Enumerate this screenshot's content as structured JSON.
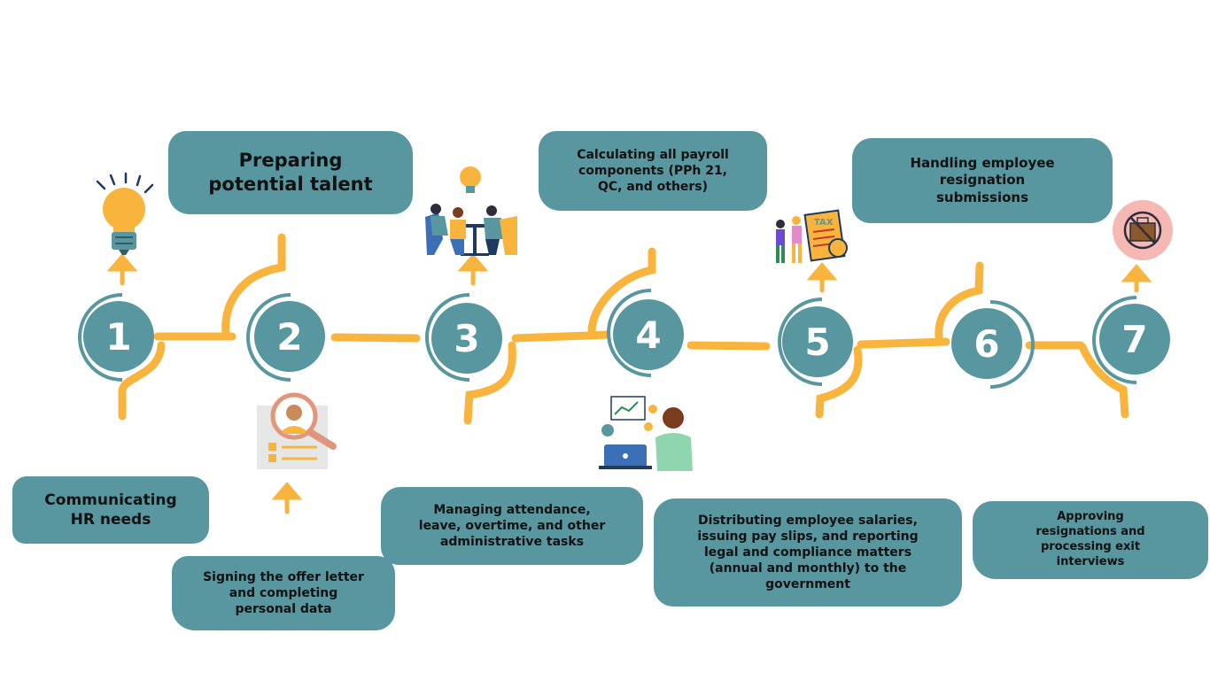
{
  "steps": [
    {
      "number": "1",
      "label_lines": [
        "Communicating",
        "HR needs"
      ],
      "icon": "lightbulb-icon"
    },
    {
      "number": "2",
      "label_lines": [
        "Preparing",
        "potential talent"
      ],
      "icon": "magnifier-profile-icon"
    },
    {
      "number": "3",
      "label_lines": [
        "Signing the offer letter",
        "and completing",
        "personal data"
      ],
      "icon": "meeting-team-icon"
    },
    {
      "number": "4",
      "label_lines": [
        "Managing attendance,",
        "leave, overtime, and other",
        "administrative tasks"
      ],
      "icon": "analyst-laptop-icon"
    },
    {
      "number": "5",
      "label_lines": [
        "Calculating all payroll",
        "components (PPh 21,",
        "QC, and others)"
      ],
      "icon": "tax-document-icon"
    },
    {
      "number": "6",
      "label_lines": [
        "Distributing employee salaries,",
        "issuing pay slips, and reporting",
        "legal and compliance matters",
        "(annual and monthly) to the",
        "government"
      ],
      "icon": "none"
    },
    {
      "number": "7",
      "label_lines": [
        "Handling employee",
        "resignation",
        "submissions"
      ],
      "icon": "no-briefcase-icon"
    },
    {
      "number": "",
      "label_lines": [
        "Approving",
        "resignations and",
        "processing exit",
        "interviews"
      ],
      "icon": "none"
    }
  ],
  "tax_label": "TAX",
  "colors": {
    "teal": "#58979f",
    "orange": "#f9b43e",
    "white": "#ffffff",
    "text": "#111111"
  }
}
